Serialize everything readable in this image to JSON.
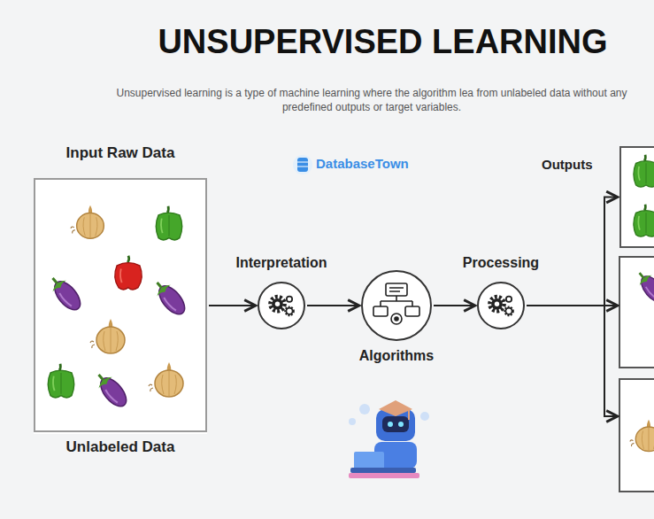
{
  "diagram": {
    "title": "UNSUPERVISED LEARNING",
    "nodes": [
      {
        "text": [
          "Input Raw Data",
          "Unlabeled Data"
        ]
      },
      {
        "text": [
          "Interpretation"
        ]
      },
      {
        "text": [
          "Algorithms"
        ]
      },
      {
        "text": [
          "Processing"
        ]
      },
      {
        "text": [
          "Outputs"
        ]
      }
    ],
    "edges": [
      {
        "from": 0,
        "to": 1,
        "arrow": "to"
      },
      {
        "from": 1,
        "to": 2,
        "arrow": "to"
      },
      {
        "from": 2,
        "to": 3,
        "arrow": "to"
      },
      {
        "from": 3,
        "to": 4,
        "arrow": "to"
      }
    ],
    "labels": [
      "Unsupervised learning is a type of machine learning where the algorithm lea from unlabeled data without any predefined outputs or target variables.",
      "DatabaseTown"
    ]
  }
}
